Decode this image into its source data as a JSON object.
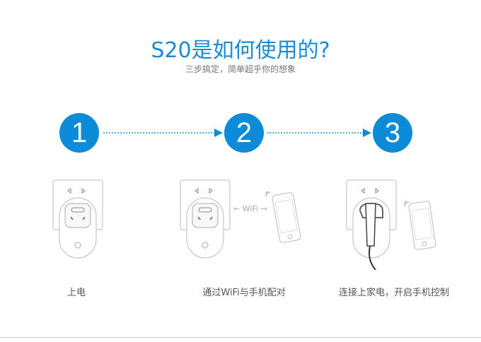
{
  "title": "S20是如何使用的?",
  "subtitle": "三步搞定，简单超乎你的想象",
  "steps": [
    {
      "number": "1",
      "label": "上电"
    },
    {
      "number": "2",
      "label": "通过WiFi与手机配对",
      "wifi_text": "WiFi"
    },
    {
      "number": "3",
      "label": "连接上家电，开启手机控制"
    }
  ],
  "colors": {
    "accent": "#0d8ad8"
  }
}
